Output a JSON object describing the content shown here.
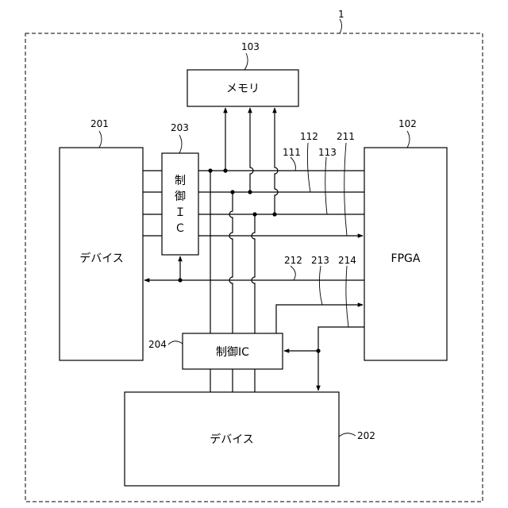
{
  "labels": {
    "system_ref": "1",
    "memory_ref": "103",
    "memory_name": "メモリ",
    "fpga_ref": "102",
    "fpga_name": "FPGA",
    "device_201_ref": "201",
    "device_201_name": "デバイス",
    "ctrl_203_ref": "203",
    "ctrl_203_chars": [
      "制",
      "御",
      "Ｉ",
      "Ｃ"
    ],
    "ctrl_204_ref": "204",
    "ctrl_204_name": "制御IC",
    "device_202_ref": "202",
    "device_202_name": "デバイス",
    "signal_111": "111",
    "signal_112": "112",
    "signal_113": "113",
    "signal_211": "211",
    "signal_212": "212",
    "signal_213": "213",
    "signal_214": "214"
  }
}
